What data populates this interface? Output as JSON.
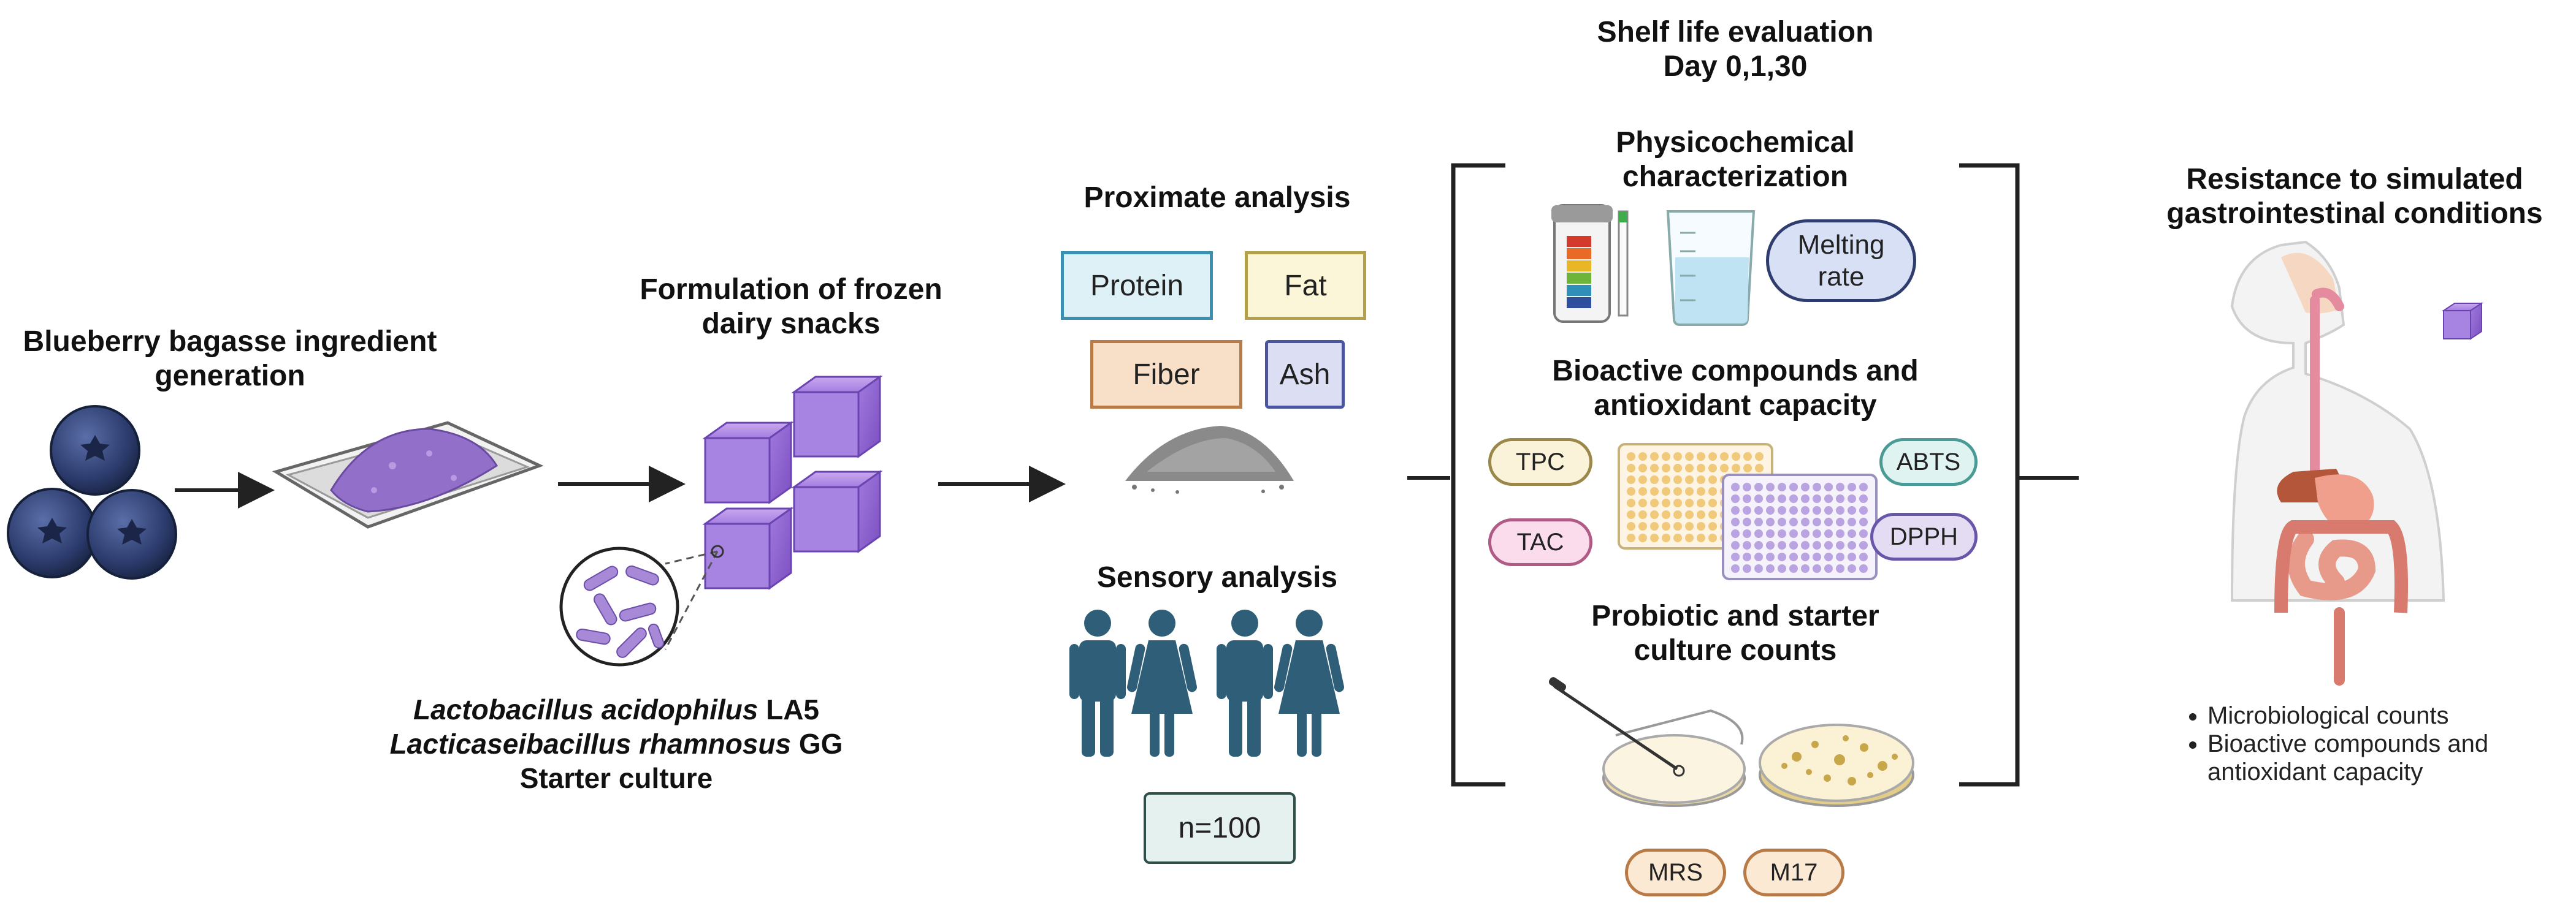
{
  "steps": {
    "bagasse": {
      "title": "Blueberry bagasse ingredient\ngeneration"
    },
    "formulation": {
      "title": "Formulation of frozen\ndairy snacks"
    },
    "strains": {
      "line1_italic": "Lactobacillus acidophilus",
      "line1_plain": " LA5",
      "line2_italic": "Lacticaseibacillus rhamnosus",
      "line2_plain": " GG",
      "line3": "Starter culture"
    },
    "proximate": {
      "title": "Proximate analysis",
      "items": [
        "Protein",
        "Fat",
        "Fiber",
        "Ash"
      ]
    },
    "sensory": {
      "title": "Sensory analysis",
      "n_label": "n=100"
    },
    "shelf_life": {
      "title": "Shelf life evaluation\nDay 0,1,30",
      "physicochemical": {
        "title": "Physicochemical\ncharacterization",
        "melting_rate": "Melting\nrate"
      },
      "bioactive": {
        "title": "Bioactive compounds and\nantioxidant capacity",
        "assays": [
          "TPC",
          "TAC",
          "ABTS",
          "DPPH"
        ]
      },
      "probiotic": {
        "title": "Probiotic and starter\nculture counts",
        "media": [
          "MRS",
          "M17"
        ]
      }
    },
    "gi": {
      "title": "Resistance to simulated\ngastrointestinal conditions",
      "bullets": [
        "Microbiological counts",
        "Bioactive compounds and\nantioxidant capacity"
      ]
    }
  },
  "colors": {
    "protein_bg": "#ddf1f7",
    "protein_border": "#3b8fb0",
    "fat_bg": "#fbf6d8",
    "fat_border": "#b3a04a",
    "fiber_bg": "#f8dfc8",
    "fiber_border": "#b87a46",
    "ash_bg": "#dcdff3",
    "ash_border": "#4b559e",
    "tpc_bg": "#fbf3d9",
    "tpc_border": "#9a874a",
    "tac_bg": "#fbdcec",
    "tac_border": "#b05a86",
    "abts_bg": "#dff3f1",
    "abts_border": "#4a9a96",
    "dpph_bg": "#e4dcf3",
    "dpph_border": "#6a56a8",
    "melting_bg": "#d8e0f6",
    "melting_border": "#2f3d6e",
    "n_bg": "#e4f1ee",
    "n_border": "#2f4f4a",
    "person": "#2f5e78",
    "blueberry": "#2b3a6b",
    "cube": "#9b6fd6"
  }
}
